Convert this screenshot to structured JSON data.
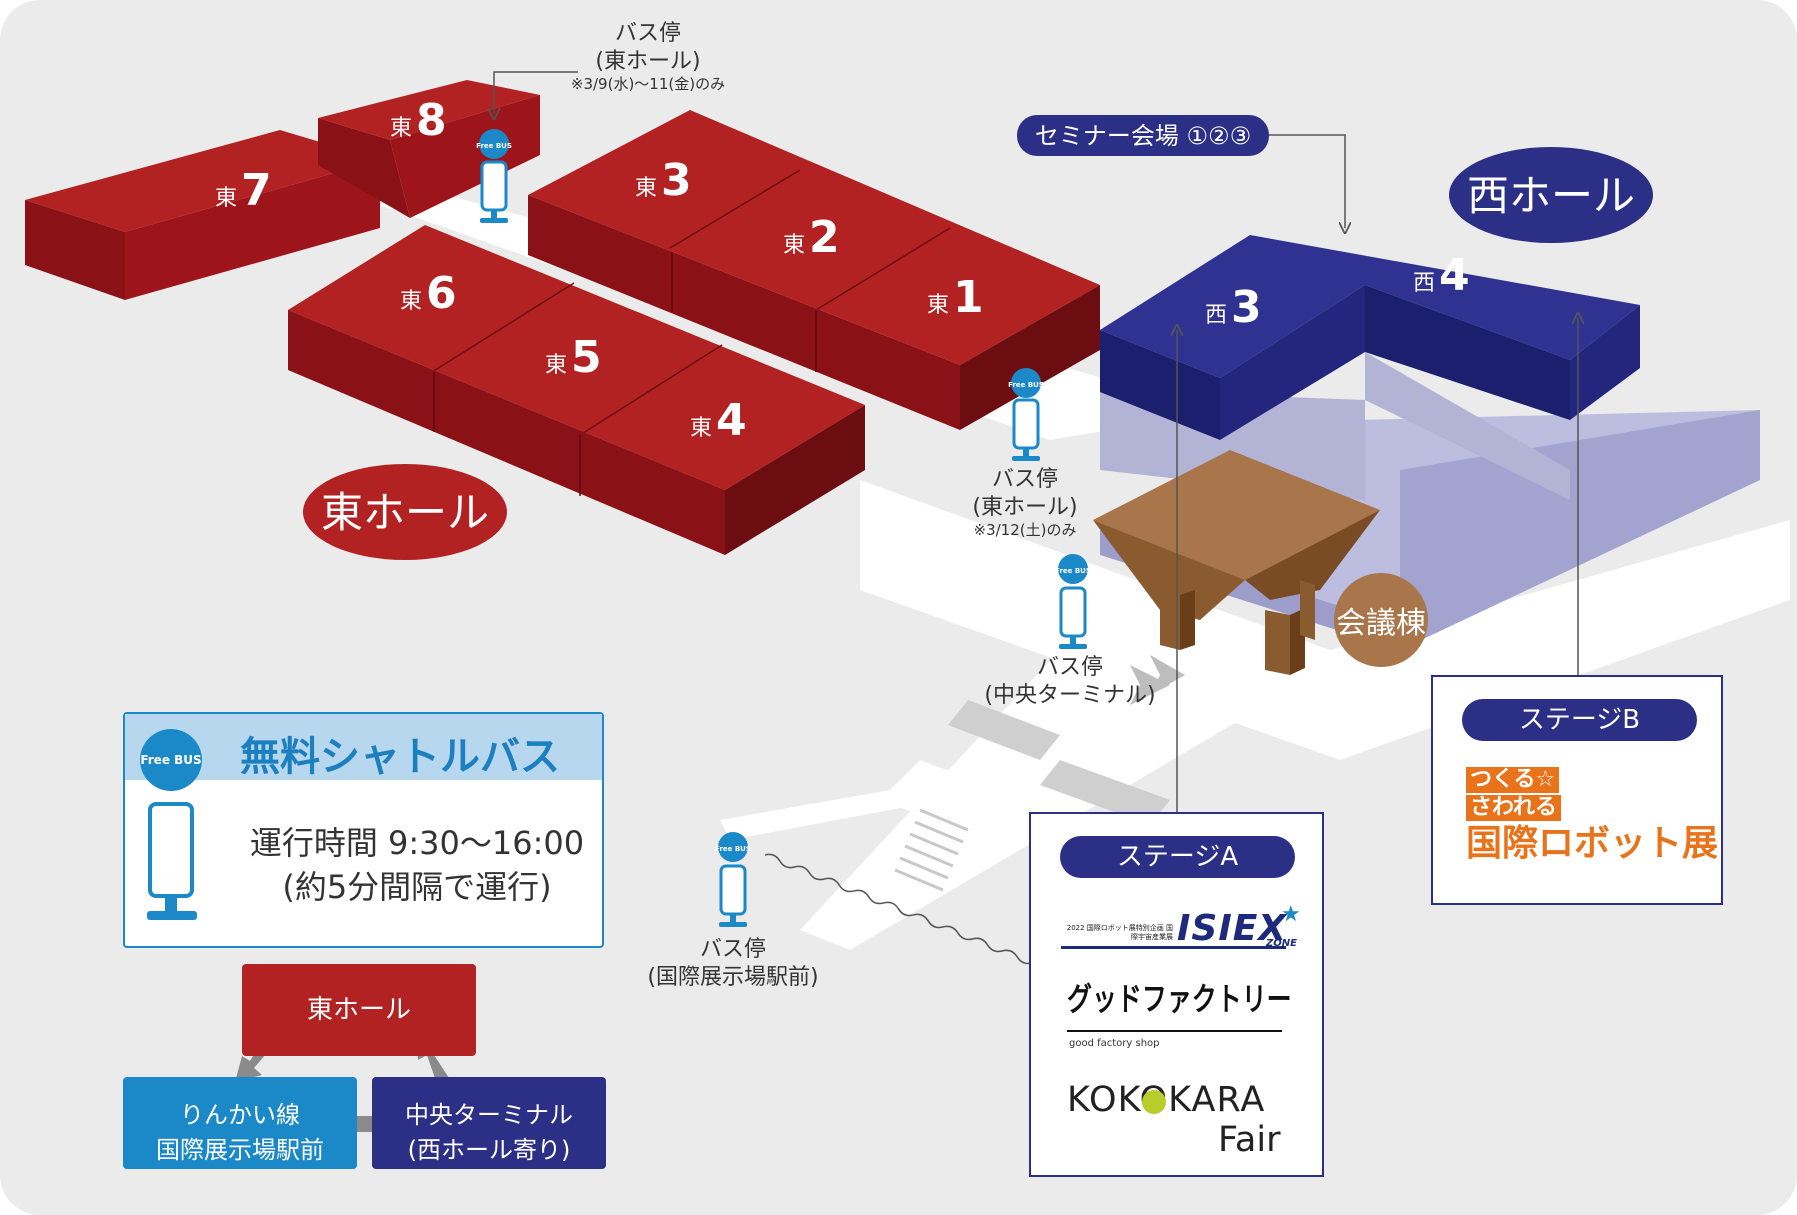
{
  "halls": {
    "east_hall_label": "東ホール",
    "west_hall_label": "西ホール",
    "conference_label": "会議棟",
    "east_prefix": "東",
    "west_prefix": "西",
    "east_numbers": [
      "7",
      "8",
      "3",
      "2",
      "1",
      "6",
      "5",
      "4"
    ],
    "west_numbers": [
      "3",
      "4"
    ]
  },
  "bus_stops": {
    "top": {
      "badge": "Free BUS",
      "line1": "バス停",
      "line2": "(東ホール)",
      "note": "※3/9(水)～11(金)のみ"
    },
    "middle": {
      "badge": "Free BUS",
      "line1": "バス停",
      "line2": "(東ホール)",
      "note": "※3/12(土)のみ"
    },
    "central": {
      "badge": "Free BUS",
      "line1": "バス停",
      "line2": "(中央ターミナル)"
    },
    "station": {
      "badge": "Free BUS",
      "line1": "バス停",
      "line2": "(国際展示場駅前)"
    }
  },
  "seminar": {
    "label": "セミナー会場 ①②③"
  },
  "stage_a": {
    "label": "ステージA",
    "logo1_small": "2022 国際ロボット展特別企画 国際宇宙産業展",
    "logo1_main": "ISIEX",
    "logo1_sub": "ZONE",
    "logo2_main": "グッドファクトリー",
    "logo2_sub": "good factory shop",
    "logo3_line1": "KOKOKARA",
    "logo3_line2": "Fair"
  },
  "stage_b": {
    "label": "ステージB",
    "logo_line1": "つくる☆",
    "logo_line2": "さわれる",
    "logo_line3": "国際ロボット展"
  },
  "shuttle": {
    "badge": "Free BUS",
    "title": "無料シャトルバス",
    "hours": "運行時間 9:30～16:00",
    "interval": "(約5分間隔で運行)"
  },
  "route": {
    "east": "東ホール",
    "rinkai_line1": "りんかい線",
    "rinkai_line2": "国際展示場駅前",
    "central_line1": "中央ターミナル",
    "central_line2": "(西ホール寄り)"
  },
  "colors": {
    "east_red": "#b32222",
    "east_dark": "#8a1116",
    "west_navy": "#2c2f86",
    "west_light": "#b3b3d6",
    "conference_brown": "#a8764a",
    "bus_blue": "#1b88c8",
    "background": "#ebebeb"
  }
}
